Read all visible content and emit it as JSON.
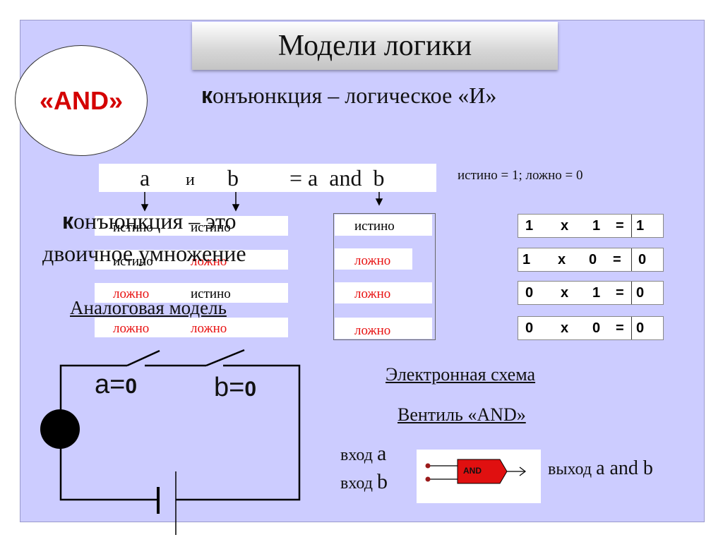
{
  "title": "Модели логики",
  "badge": "«AND»",
  "subtitle": {
    "k": "к",
    "rest": "онъюнкция – логическое «И»"
  },
  "formula": {
    "a": "a",
    "i": "и",
    "b": "b",
    "eq": "= a  and  b"
  },
  "truth_note": "истино = 1;  ложно = 0",
  "overlay": {
    "k": "к",
    "line1": "онъюнкция – это",
    "line2": "двоичное умножение",
    "analog": "Аналоговая модель"
  },
  "truth_rows": [
    {
      "a": "истино",
      "b": "истино",
      "result": "истино"
    },
    {
      "a": "истино",
      "b": "ложно",
      "result": "ложно"
    },
    {
      "a": "ложно",
      "b": "истино",
      "result": "ложно"
    },
    {
      "a": "ложно",
      "b": "ложно",
      "result": "ложно"
    }
  ],
  "mult_rows": [
    {
      "a": "1",
      "op": "x",
      "b": "1",
      "eq": "=",
      "r": "1"
    },
    {
      "a": "1",
      "op": "x",
      "b": "0",
      "eq": "=",
      "r": "0"
    },
    {
      "a": "0",
      "op": "x",
      "b": "1",
      "eq": "=",
      "r": "0"
    },
    {
      "a": "0",
      "op": "x",
      "b": "0",
      "eq": "=",
      "r": "0"
    }
  ],
  "circuit": {
    "a_label": "a=",
    "a_val": "0",
    "b_label": "b=",
    "b_val": "0"
  },
  "electronic": "Электронная схема",
  "gate_title": "Вентиль «AND»",
  "inputs": {
    "in_word": "вход",
    "a": "a",
    "b": "b"
  },
  "gate_label": "AND",
  "output": {
    "word": "выход",
    "expr": "a and b"
  },
  "colors": {
    "background": "#ccccff",
    "false_text": "#e81212",
    "badge": "#d40000",
    "gate": "#e01010"
  }
}
